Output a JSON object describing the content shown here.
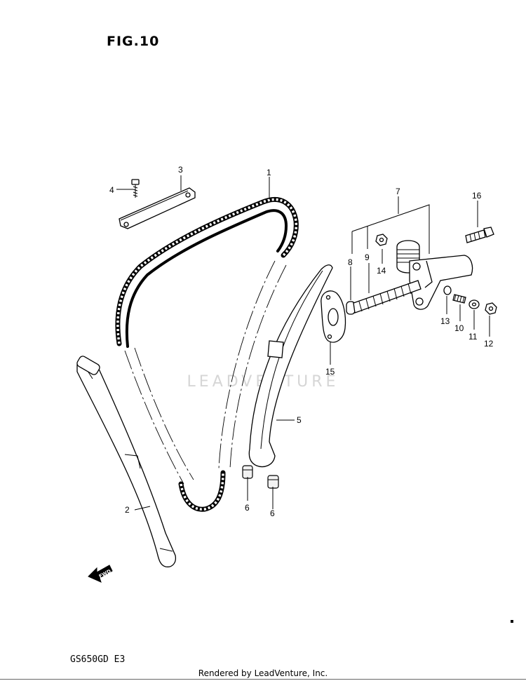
{
  "figure": {
    "title": "FIG.10",
    "model_code": "GS650GD  E3",
    "watermark": "LEADVENTURE",
    "footer": "Rendered by LeadVenture, Inc."
  },
  "callouts": {
    "c1": "1",
    "c2": "2",
    "c3": "3",
    "c4": "4",
    "c5": "5",
    "c6a": "6",
    "c6b": "6",
    "c7": "7",
    "c8": "8",
    "c9": "9",
    "c10": "10",
    "c11": "11",
    "c12": "12",
    "c13": "13",
    "c14": "14",
    "c15": "15",
    "c16": "16"
  },
  "direction_marker": "FWD",
  "icons": {
    "forward_arrow": "fwd-arrow-icon"
  }
}
